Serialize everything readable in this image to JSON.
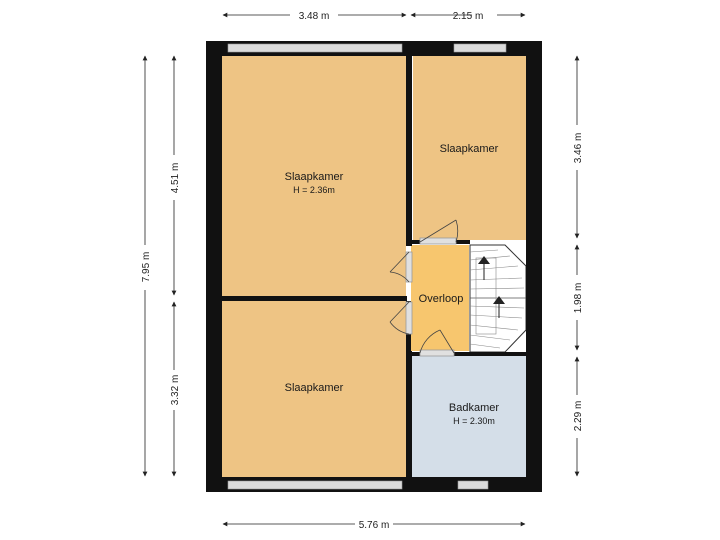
{
  "rooms": {
    "bedroom_large_top": {
      "name": "Slaapkamer",
      "height": "H = 2.36m"
    },
    "bedroom_small_top": {
      "name": "Slaapkamer"
    },
    "bedroom_bottom": {
      "name": "Slaapkamer"
    },
    "landing": {
      "name": "Overloop"
    },
    "bathroom": {
      "name": "Badkamer",
      "height": "H = 2.30m"
    }
  },
  "dimensions": {
    "top_left": "3.48 m",
    "top_right": "2.15 m",
    "bottom_total": "5.76 m",
    "left_total": "7.95 m",
    "left_upper": "4.51 m",
    "left_lower": "3.32 m",
    "right_upper": "3.46 m",
    "right_middle": "1.98 m",
    "right_lower": "2.29 m"
  },
  "colors": {
    "bedroom": "#eec484",
    "landing": "#f7c66e",
    "bathroom": "#d4dee8",
    "wall": "#111111",
    "window": "#dcdcdc"
  }
}
